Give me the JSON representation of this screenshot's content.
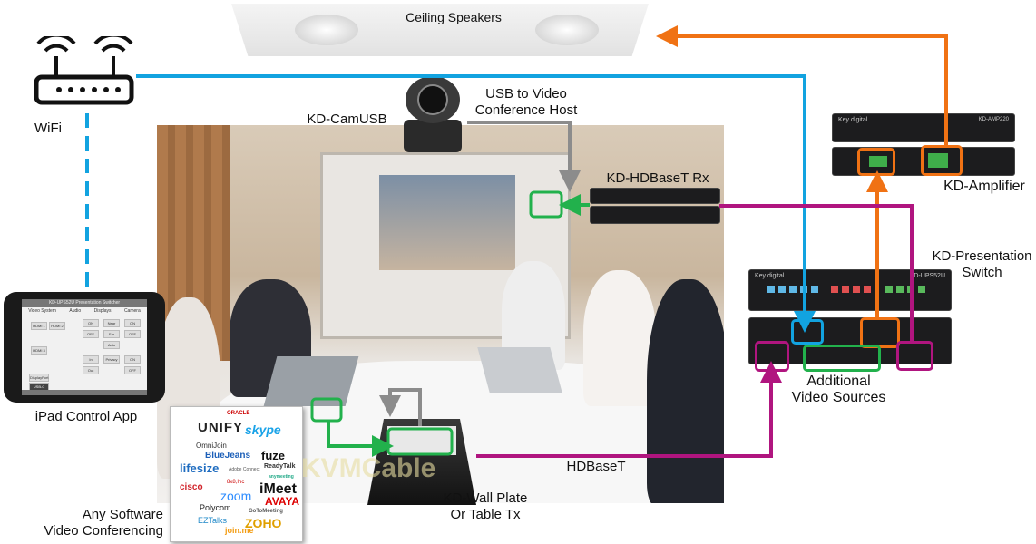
{
  "labels": {
    "ceiling_speakers": "Ceiling Speakers",
    "wifi": "WiFi",
    "camusb": "KD-CamUSB",
    "usb_host": [
      "USB to Video",
      "Conference Host"
    ],
    "hdbaset_rx": "KD-HDBaseT Rx",
    "amplifier": "KD-Amplifier",
    "presentation_switch": [
      "KD-Presentation",
      "Switch"
    ],
    "additional_sources": [
      "Additional",
      "Video Sources"
    ],
    "ipad_app": "iPad Control App",
    "hdbaset": "HDBaseT",
    "wall_plate": [
      "KD-Wall Plate",
      "Or Table Tx"
    ],
    "software": [
      "Any Software",
      "Video Conferencing"
    ]
  },
  "devices": {
    "switch_model": "KD-UPS52U",
    "amp_model": "KD-AMP220",
    "brand": "Key digital"
  },
  "ipad": {
    "title": "KD-UPS52U Presentation Switcher",
    "tabs": [
      "Video System",
      "Audio",
      "Displays",
      "Camera"
    ],
    "buttons": [
      "HDMI 1",
      "HDMI 2",
      "HDMI 3",
      "DisplayPort",
      "USB-C",
      "ON",
      "OFF",
      "Near",
      "Far",
      "Auto",
      "In",
      "Out",
      "Privacy",
      "ON",
      "OFF",
      "ON",
      "OFF"
    ]
  },
  "software_logos": [
    "ORACLE",
    "UNIFY",
    "skype",
    "OmniJoin",
    "BlueJeans",
    "fuze",
    "ReadyTalk",
    "lifesize",
    "Adobe Connect",
    "anymeeting",
    "cisco",
    "8x8,Inc",
    "iMeet",
    "zoom",
    "AVAYA",
    "Polycom",
    "GoToMeeting",
    "EZTalks",
    "ZOHO",
    "join.me"
  ],
  "watermark": "KVMCable",
  "colors": {
    "wifi": "#12a3e0",
    "audio": "#f07214",
    "hdbaset": "#b0157f",
    "video": "#22b14c",
    "usb": "#8c8c8c"
  }
}
